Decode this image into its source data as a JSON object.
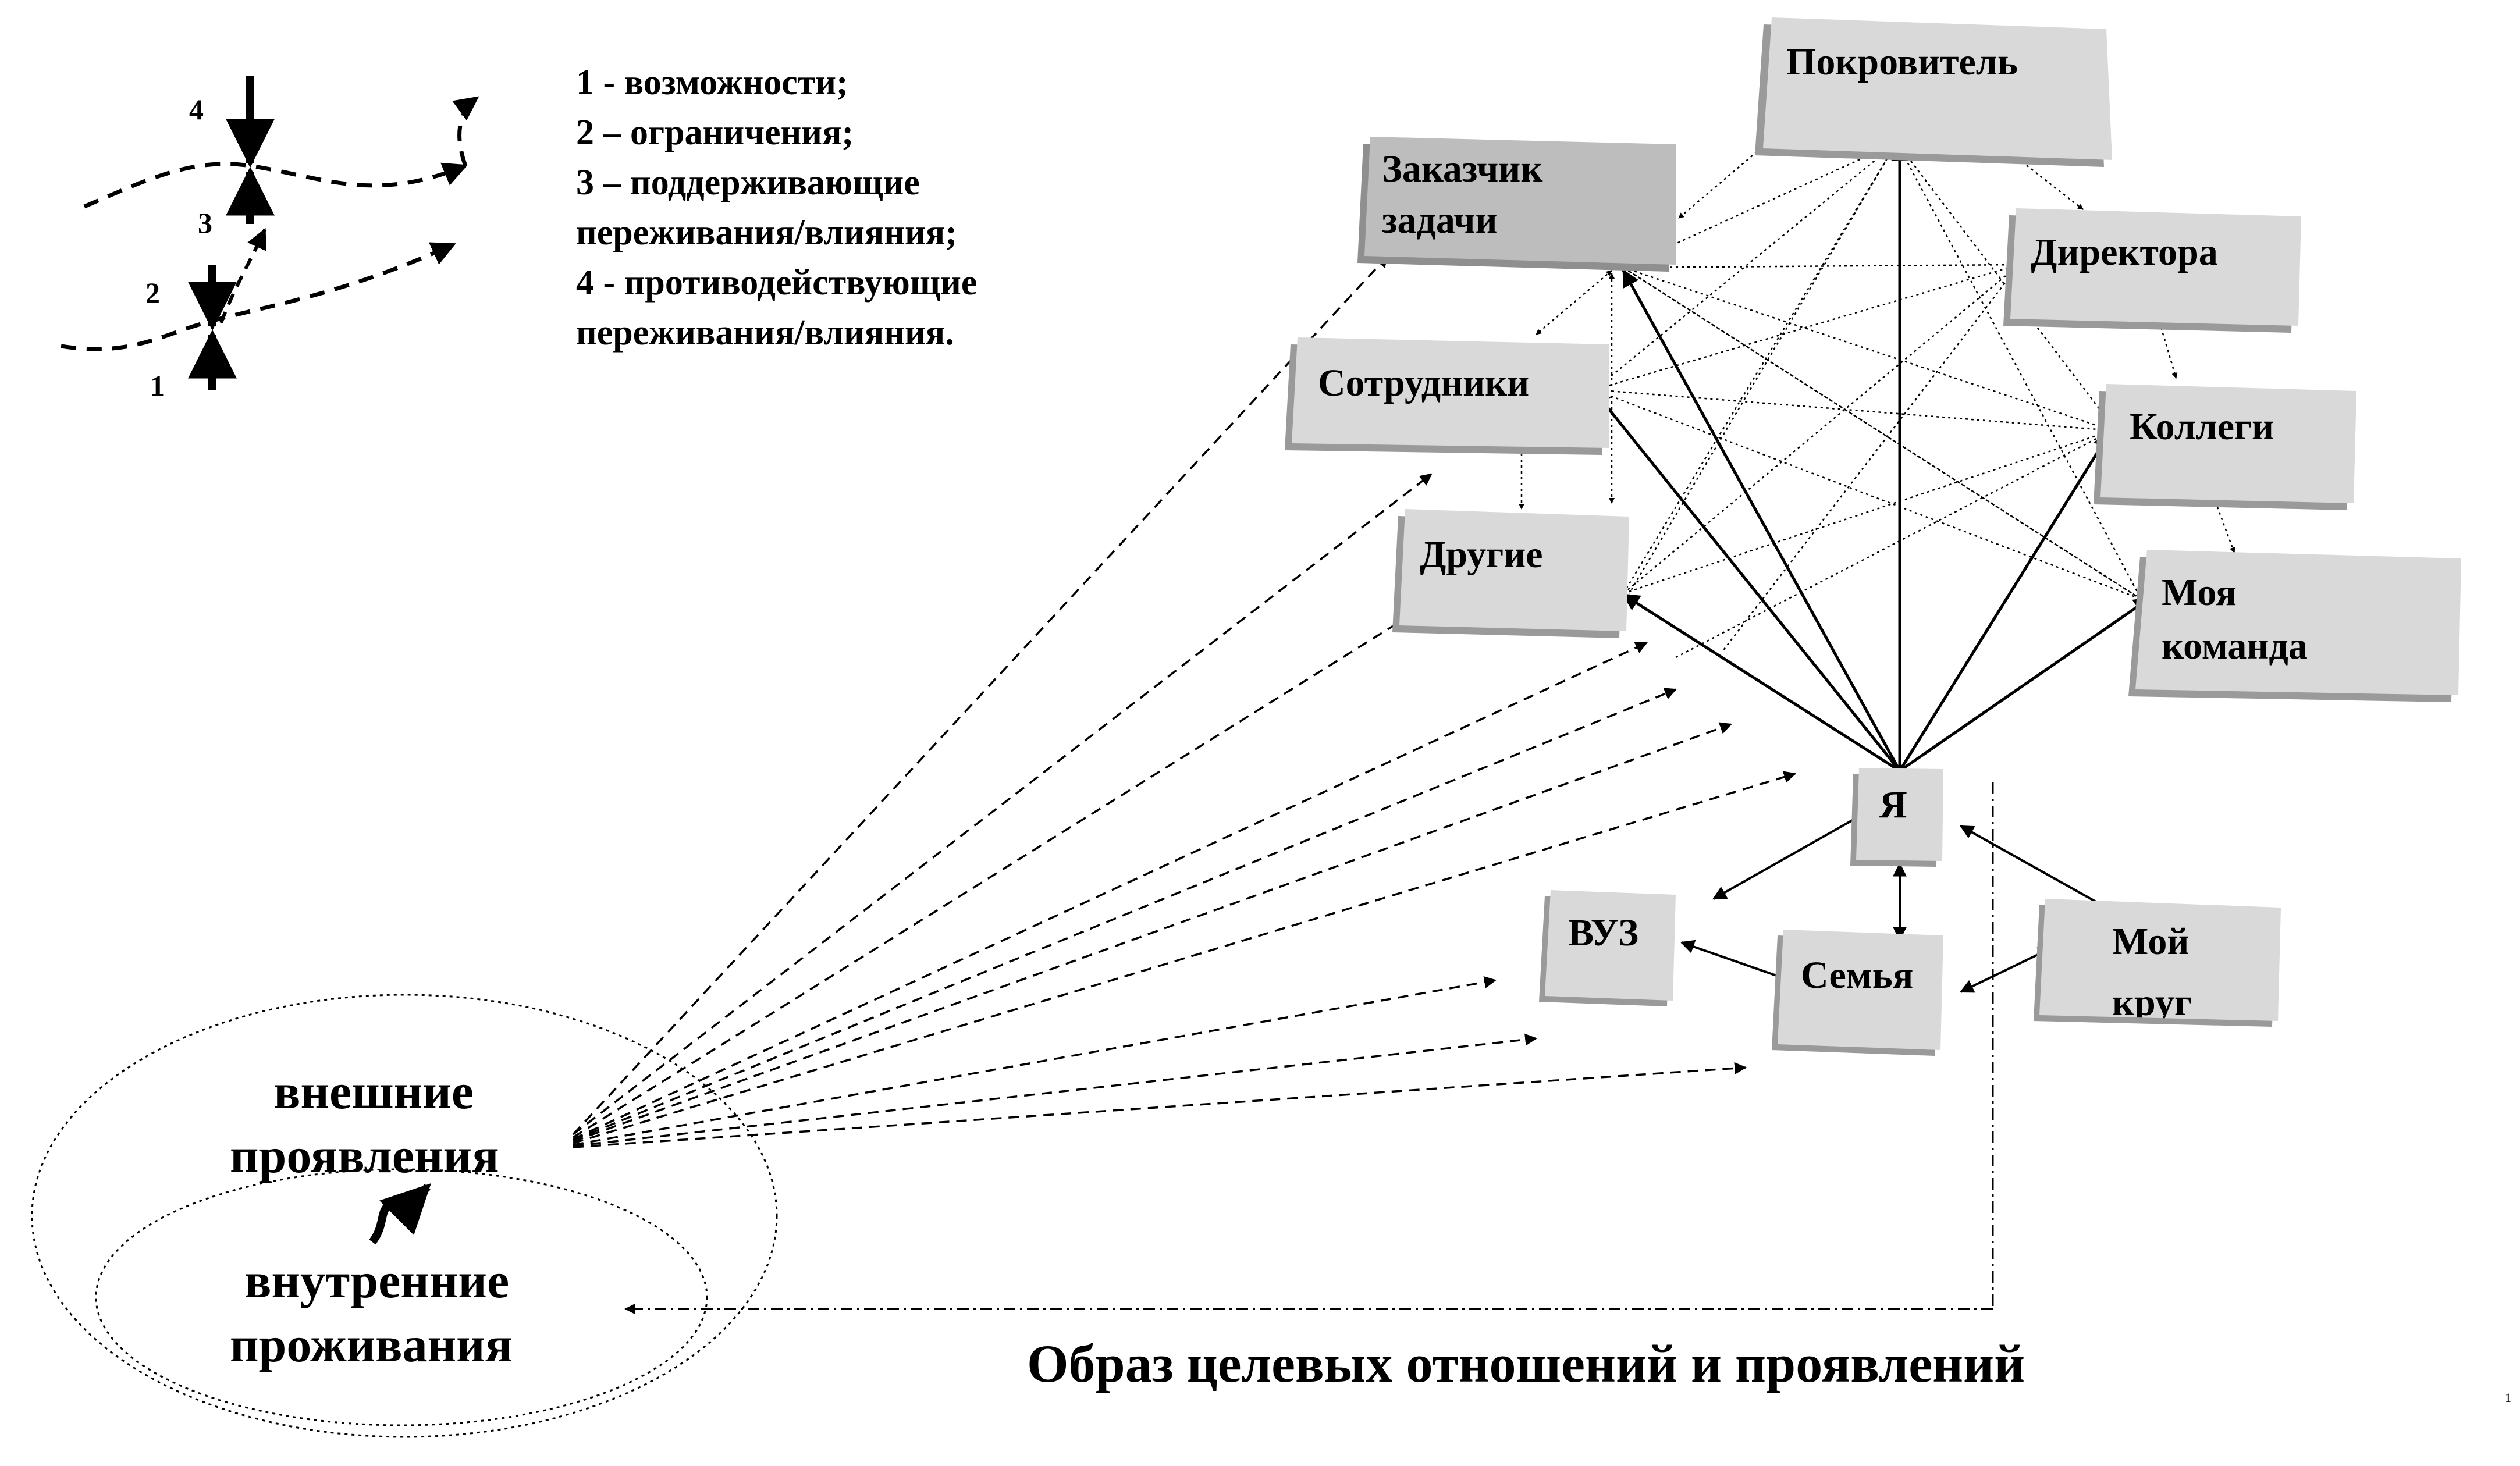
{
  "title": "Образ целевых отношений и проявлений",
  "page_number": "1",
  "legend": {
    "lines": [
      "1 - возможности;",
      "2 – ограничения;",
      "3 – поддерживающие",
      "переживания/влияния;",
      "4 - противодействующие",
      "переживания/влияния."
    ],
    "markers": [
      "1",
      "2",
      "3",
      "4"
    ]
  },
  "nodes": {
    "pokrovitel": "Покровитель",
    "zakazchik": [
      "Заказчик",
      "задачи"
    ],
    "direktora": "Директора",
    "sotrudniki": "Сотрудники",
    "kollegi": "Коллеги",
    "drugie": "Другие",
    "moya_komanda": [
      "Моя",
      "команда"
    ],
    "ya": "Я",
    "vuz": "ВУЗ",
    "semya": "Семья",
    "moy_krug": [
      "Мой",
      "круг"
    ]
  },
  "ellipses": {
    "outer": [
      "внешние",
      "проявления"
    ],
    "inner": [
      "внутренние",
      "проживания"
    ]
  },
  "colors": {
    "box_fill": "#d9d9d9",
    "box_dark_fill": "#bdbdbd",
    "box_shadow": "#9a9a9a",
    "line": "#000000"
  }
}
